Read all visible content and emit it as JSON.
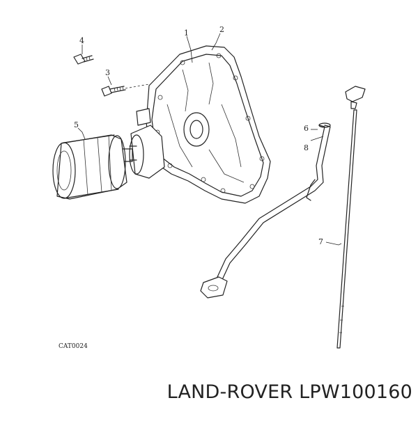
{
  "diagram": {
    "callouts": [
      {
        "id": "c1",
        "label": "1"
      },
      {
        "id": "c2",
        "label": "2"
      },
      {
        "id": "c3",
        "label": "3"
      },
      {
        "id": "c4",
        "label": "4"
      },
      {
        "id": "c5",
        "label": "5"
      },
      {
        "id": "c6",
        "label": "6"
      },
      {
        "id": "c7",
        "label": "7"
      },
      {
        "id": "c8",
        "label": "8"
      }
    ],
    "catalog_ref": "CAT0024"
  },
  "caption": {
    "brand_part": "LAND-ROVER LPW100160"
  }
}
